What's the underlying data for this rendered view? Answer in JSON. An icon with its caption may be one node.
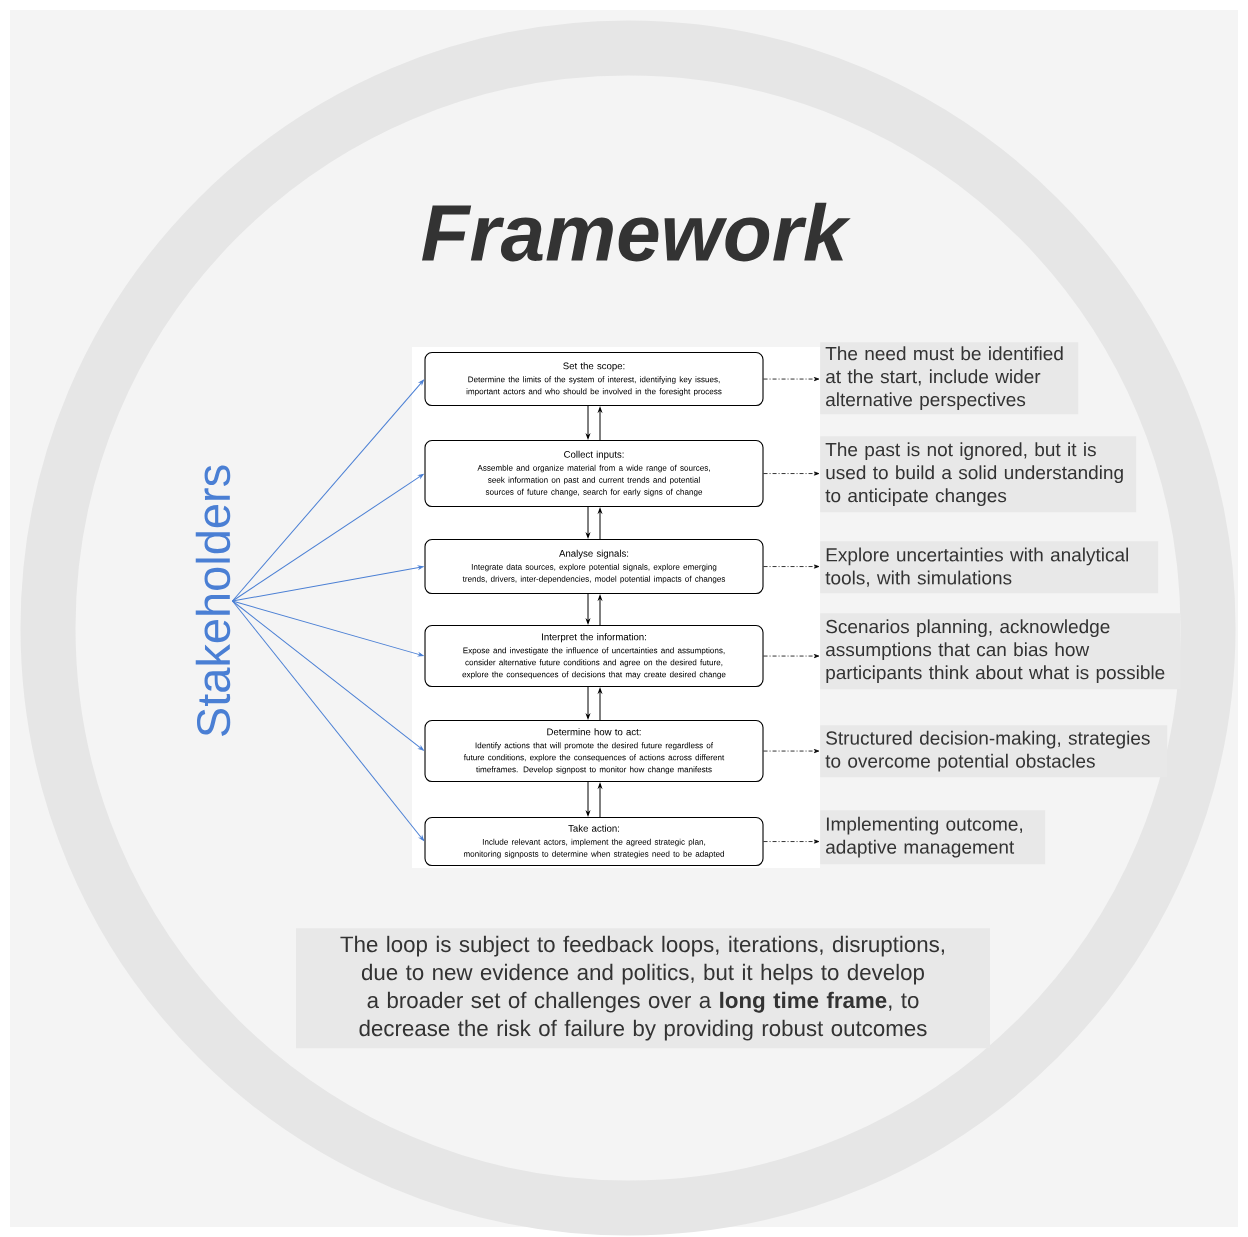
{
  "diagram": {
    "title": "Framework",
    "nodes": [
      {
        "text": [
          "Stakeholders"
        ]
      },
      {
        "text": [
          "Set the scope:",
          "Determine the limits of the system of interest, identifying key issues, important actors and who should be involved in the foresight process"
        ]
      },
      {
        "text": [
          "Collect inputs:",
          "Assemble and organize material from a wide range of sources, seek information on past and current trends and potential sources of future change, search for early signs of change"
        ]
      },
      {
        "text": [
          "Analyse signals:",
          "Integrate data sources, explore potential signals, explore emerging trends, drivers, inter-dependencies, model potential impacts of changes"
        ]
      },
      {
        "text": [
          "Interpret the information:",
          "Expose and investigate the influence of uncertainties and assumptions, consider alternative future conditions and agree on the desired future, explore the consequences of decisions that may create desired change"
        ]
      },
      {
        "text": [
          "Determine how to act:",
          "Identify actions that will promote the desired future regardless of future conditions, explore the consequences of actions across different timeframes. Develop signpost to monitor how change manifests"
        ]
      },
      {
        "text": [
          "Take action:",
          "Include relevant actors, implement the agreed strategic plan, monitoring signposts to determine when strategies need to be adapted"
        ]
      },
      {
        "text": [
          "The need must be identified at the start, include wider alternative perspectives"
        ]
      },
      {
        "text": [
          "The past is not ignored, but it is used to build a solid understanding to anticipate changes"
        ]
      },
      {
        "text": [
          "Explore uncertainties with analytical tools, with simulations"
        ]
      },
      {
        "text": [
          "Scenarios planning, acknowledge assumptions that can bias how participants think about what is possible"
        ]
      },
      {
        "text": [
          "Structured decision-making, strategies to overcome potential obstacles"
        ]
      },
      {
        "text": [
          "Implementing outcome, adaptive management"
        ]
      },
      {
        "text": [
          "The loop is subject to feedback loops, iterations, disruptions, due to new evidence and politics, but it helps to develop a broader set of challenges over a **long time frame**, to decrease the risk of failure by providing robust outcomes"
        ]
      }
    ],
    "edges": [
      {
        "from": 0,
        "to": 1,
        "arrow": "to",
        "color": "#4a7fd4"
      },
      {
        "from": 0,
        "to": 2,
        "arrow": "to",
        "color": "#4a7fd4"
      },
      {
        "from": 0,
        "to": 3,
        "arrow": "to",
        "color": "#4a7fd4"
      },
      {
        "from": 0,
        "to": 4,
        "arrow": "to",
        "color": "#4a7fd4"
      },
      {
        "from": 0,
        "to": 5,
        "arrow": "to",
        "color": "#4a7fd4"
      },
      {
        "from": 0,
        "to": 6,
        "arrow": "to",
        "color": "#4a7fd4"
      },
      {
        "from": 1,
        "to": 2,
        "arrow": "to"
      },
      {
        "from": 2,
        "to": 1,
        "arrow": "to"
      },
      {
        "from": 2,
        "to": 3,
        "arrow": "to"
      },
      {
        "from": 3,
        "to": 2,
        "arrow": "to"
      },
      {
        "from": 3,
        "to": 4,
        "arrow": "to"
      },
      {
        "from": 4,
        "to": 3,
        "arrow": "to"
      },
      {
        "from": 4,
        "to": 5,
        "arrow": "to"
      },
      {
        "from": 5,
        "to": 4,
        "arrow": "to"
      },
      {
        "from": 5,
        "to": 6,
        "arrow": "to"
      },
      {
        "from": 6,
        "to": 5,
        "arrow": "to"
      },
      {
        "from": 1,
        "to": 7,
        "arrow": "to",
        "style": "dashed"
      },
      {
        "from": 2,
        "to": 8,
        "arrow": "to",
        "style": "dashed"
      },
      {
        "from": 3,
        "to": 9,
        "arrow": "to",
        "style": "dashed"
      },
      {
        "from": 4,
        "to": 10,
        "arrow": "to",
        "style": "dashed"
      },
      {
        "from": 5,
        "to": 11,
        "arrow": "to",
        "style": "dashed"
      },
      {
        "from": 6,
        "to": 12,
        "arrow": "to",
        "style": "dashed"
      }
    ]
  }
}
